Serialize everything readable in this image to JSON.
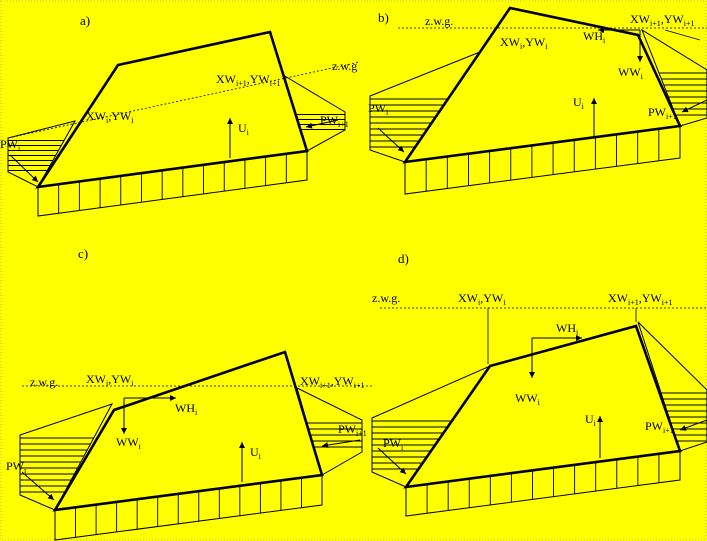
{
  "panels": {
    "a": {
      "label": "a)",
      "water_level": "z.w.g",
      "point_left": {
        "base": "XW",
        "s1": "i",
        "mid": ",YW",
        "s2": "i"
      },
      "point_right": {
        "base": "XW",
        "s1": "i+1",
        "mid": ",YW",
        "s2": "i+1"
      },
      "uplift": {
        "base": "U",
        "s": "i"
      },
      "pw_left": {
        "base": "PW",
        "s": "i"
      },
      "pw_right": {
        "base": "PW",
        "s": "i+1"
      }
    },
    "b": {
      "label": "b)",
      "water_level": "z.w.g.",
      "point_left": {
        "base": "XW",
        "s1": "i",
        "mid": ",YW",
        "s2": "i"
      },
      "point_right": {
        "base": "XW",
        "s1": "i+1",
        "mid": ",YW",
        "s2": "i+1"
      },
      "wh": {
        "base": "WH",
        "s": "i"
      },
      "ww": {
        "base": "WW",
        "s": "i"
      },
      "uplift": {
        "base": "U",
        "s": "i"
      },
      "pw_left": {
        "base": "PW",
        "s": "i"
      },
      "pw_right": {
        "base": "PW",
        "s": "i+1"
      }
    },
    "c": {
      "label": "c)",
      "water_level": "z.w.g.",
      "point_left": {
        "base": "XW",
        "s1": "i",
        "mid": ",YW",
        "s2": "i"
      },
      "point_right": {
        "base": "XW",
        "s1": "i+1",
        "mid": ",YW",
        "s2": "i+1"
      },
      "wh": {
        "base": "WH",
        "s": "i"
      },
      "ww": {
        "base": "WW",
        "s": "i"
      },
      "uplift": {
        "base": "U",
        "s": "i"
      },
      "pw_left": {
        "base": "PW",
        "s": "i"
      },
      "pw_right": {
        "base": "PW",
        "s": "i+1"
      }
    },
    "d": {
      "label": "d)",
      "water_level": "z.w.g.",
      "point_left": {
        "base": "XW",
        "s1": "i",
        "mid": ",YW",
        "s2": "i"
      },
      "point_right": {
        "base": "XW",
        "s1": "i+1",
        "mid": ",YW",
        "s2": "i+1"
      },
      "wh": {
        "base": "WH",
        "s": "i"
      },
      "ww": {
        "base": "WW",
        "s": "i"
      },
      "uplift": {
        "base": "U",
        "s": "i"
      },
      "pw_left": {
        "base": "PW",
        "s": "i"
      },
      "pw_right": {
        "base": "PW",
        "s": "i+1"
      }
    }
  },
  "colors": {
    "background": "#ffff00",
    "ink": "#000000"
  }
}
